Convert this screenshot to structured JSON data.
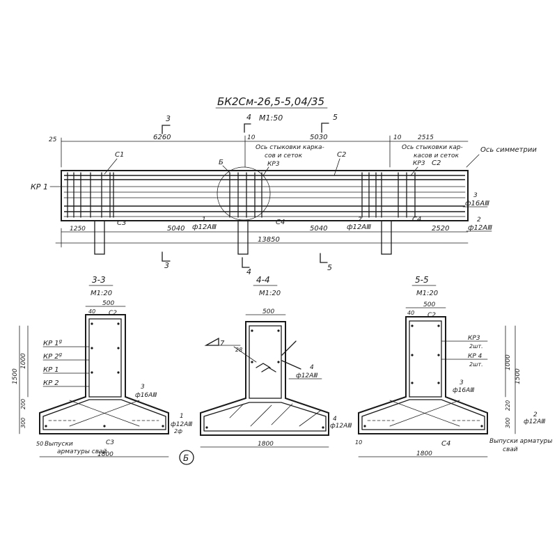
{
  "drawing_title": "БК2См-26,5-5,04/35",
  "main_view": {
    "scale": "М1:50",
    "cut_marks": [
      "3",
      "4",
      "5"
    ],
    "dims_top": [
      "25",
      "6260",
      "10",
      "5030",
      "10",
      "2515"
    ],
    "notes": {
      "joint_axis_left_1": "Ось стыковки карка-",
      "joint_axis_left_2": "сов и сеток",
      "joint_axis_right_1": "Ось стыковки кар-",
      "joint_axis_right_2": "касов и сеток",
      "symmetry_axis": "Ось симметрии"
    },
    "labels": {
      "c1": "С1",
      "c2_top": "С2",
      "c2_right": "С2",
      "kr3_left": "КР3",
      "kr3_right": "КР3",
      "kr1": "КР 1",
      "b": "Б",
      "c3": "С3",
      "c4_left": "С4",
      "c4_right": "С4",
      "pos1": "1",
      "pos2": "2",
      "pos3": "3",
      "pos2b": "2"
    },
    "rebar_callouts": [
      "ф12АⅢ",
      "ф12АⅢ",
      "ф16АⅢ",
      "ф12АⅢ"
    ],
    "dims_bottom": [
      "1250",
      "5040",
      "5040",
      "2520"
    ],
    "total_length": "13850"
  },
  "section_3": {
    "title": "3-3",
    "scale": "М1:20",
    "width_top": "500",
    "offset": "40",
    "labels": [
      "КР 1",
      "КР 2",
      "КР 1",
      "КР 2"
    ],
    "label_sup": [
      "g",
      "g"
    ],
    "c2": "С2",
    "c3": "С3",
    "heights": [
      "1500",
      "1000",
      "200",
      "300"
    ],
    "callout_3": "3",
    "rebar_3": "ф16АⅢ",
    "callout_1": "1",
    "rebar_1": "ф12АⅢ",
    "rebar_1_sub": "2ф",
    "note_1": "Выпуски",
    "note_2": "арматуры свай",
    "width_bottom": "1800",
    "offset_bottom": "50"
  },
  "section_4": {
    "title": "4-4",
    "scale": "М1:20",
    "width_top": "500",
    "flag": "7",
    "flag_dim": "28",
    "callout_4": "4",
    "rebar_4a": "ф12АⅢ",
    "rebar_4b": "ф12АⅢ",
    "width_bottom": "1800"
  },
  "section_5": {
    "title": "5-5",
    "scale": "М1:20",
    "width_top": "500",
    "offset": "40",
    "c2": "С2",
    "kr3": "КР3",
    "kr3_qty": "2шт.",
    "kr4": "КР 4",
    "kr4_qty": "2шт.",
    "heights": [
      "1500",
      "1000",
      "220",
      "300"
    ],
    "callout_3": "3",
    "rebar_3": "ф16АⅢ",
    "callout_2": "2",
    "rebar_2": "ф12АⅢ",
    "c4": "С4",
    "note_1": "Выпуски арматуры",
    "note_2": "свай",
    "width_bottom": "1800",
    "offset_bottom": "10"
  },
  "node_mark": "Б"
}
